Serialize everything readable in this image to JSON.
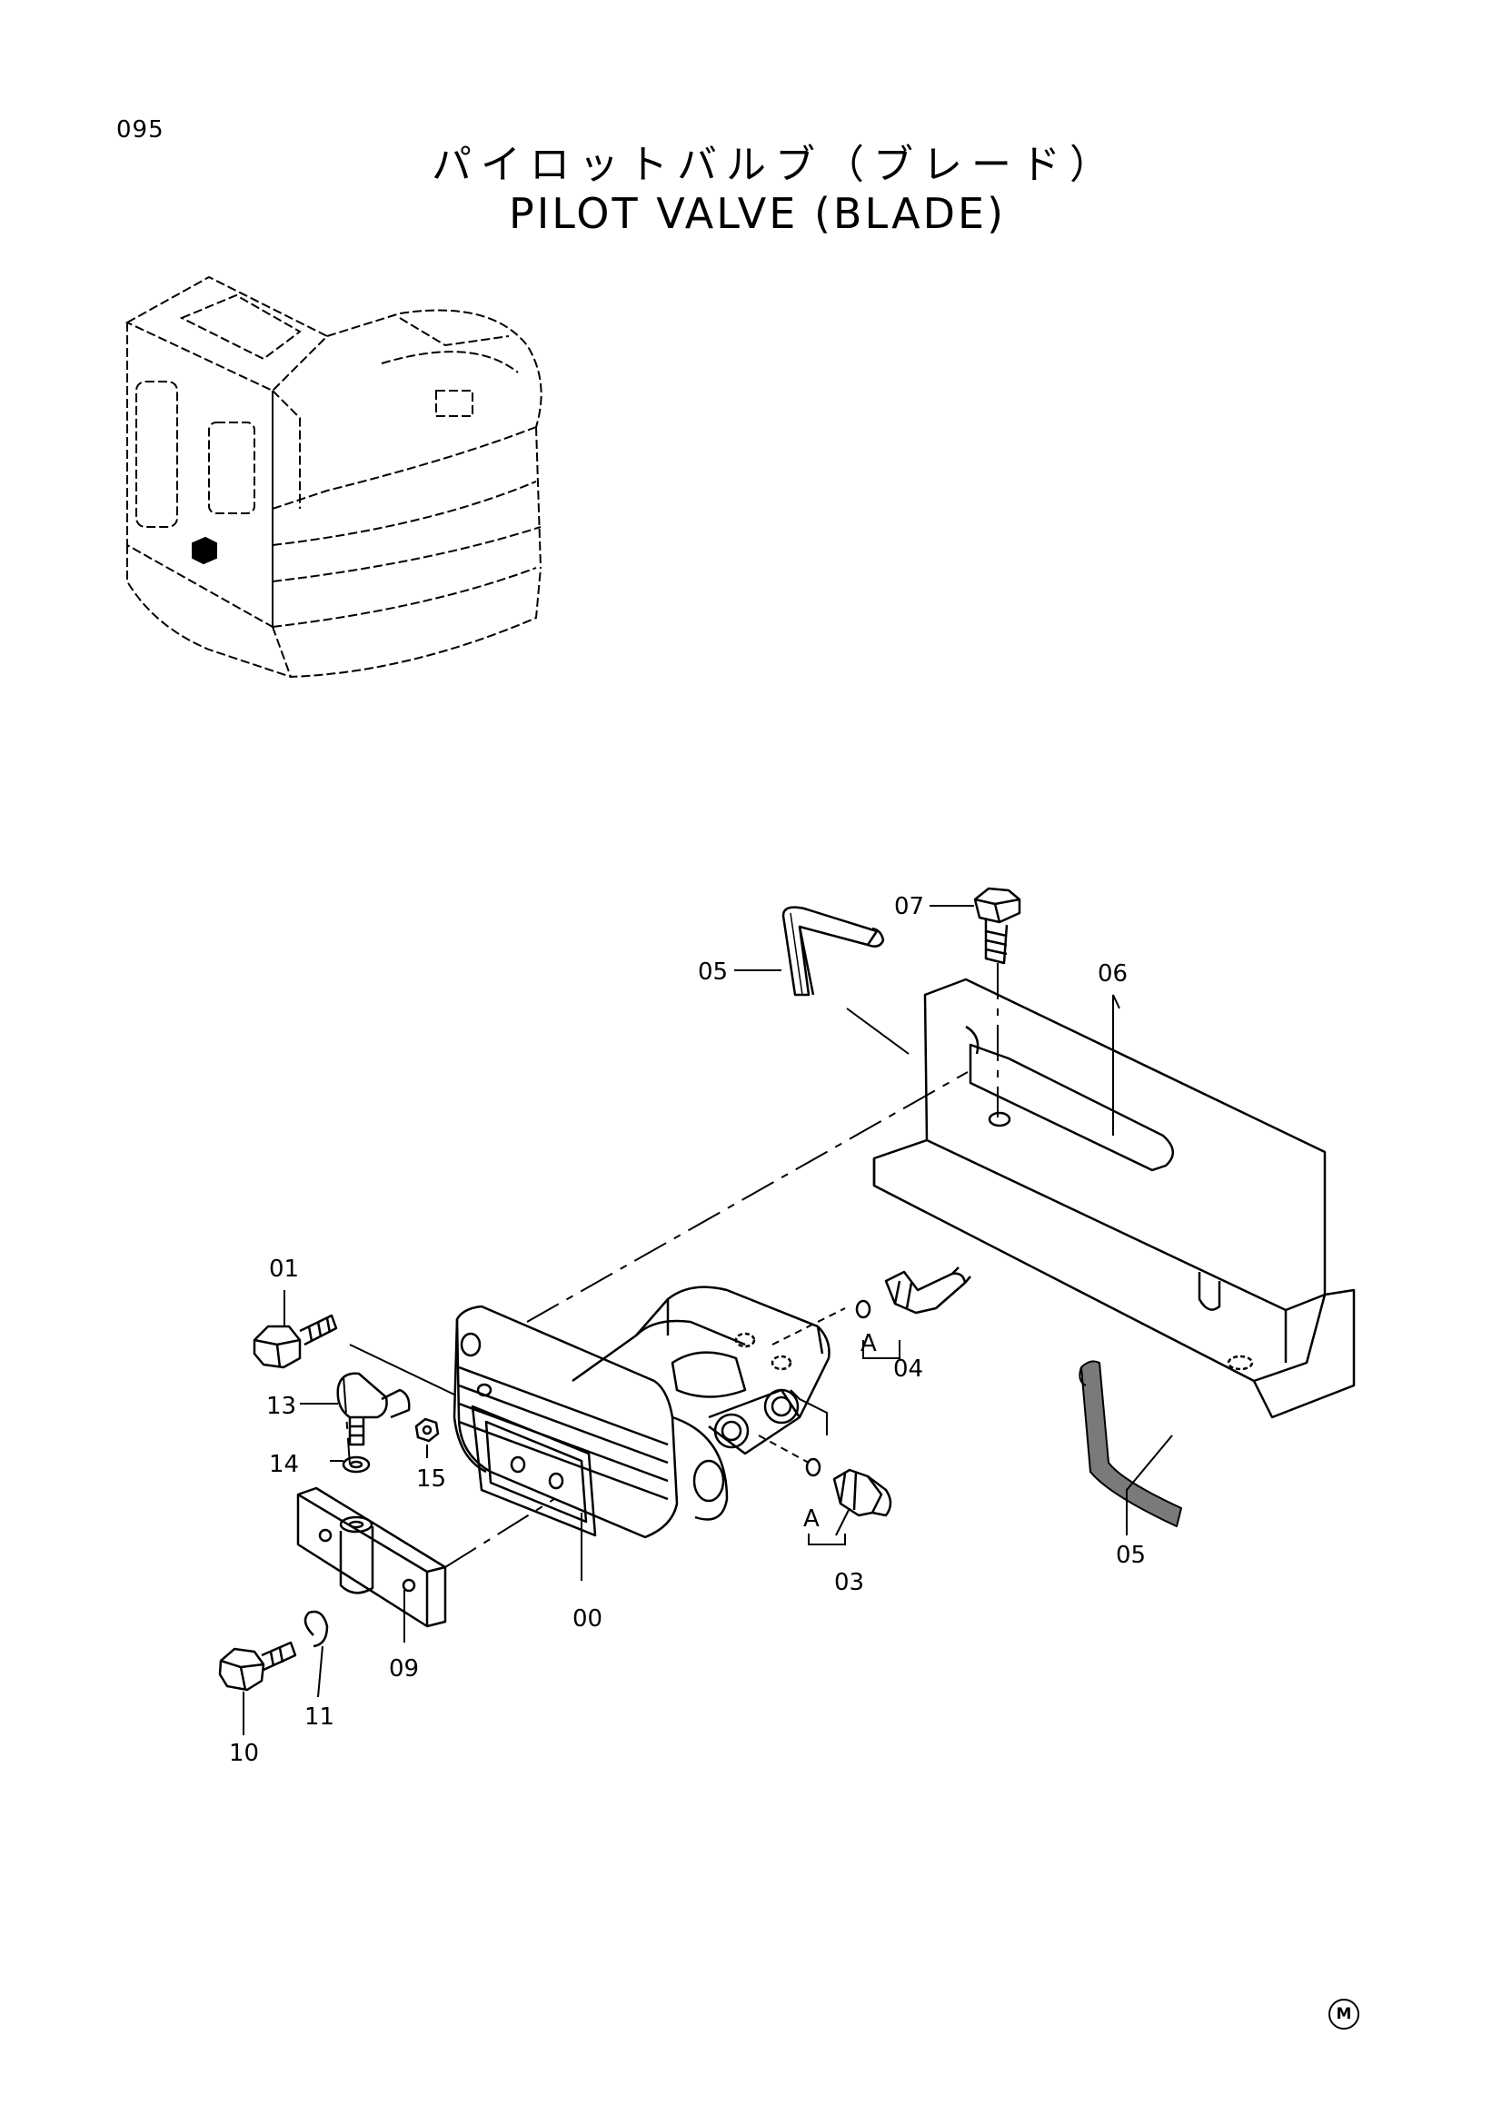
{
  "page_number": "095",
  "title_jp": "パイロットバルブ（ブレード）",
  "title_en": "PILOT VALVE (BLADE)",
  "part_labels": {
    "p00": "00",
    "p01": "01",
    "p03": "03",
    "p04": "04",
    "p05a": "05",
    "p05b": "05",
    "p06": "06",
    "p07": "07",
    "p09": "09",
    "p10": "10",
    "p11": "11",
    "p13": "13",
    "p14": "14",
    "p15": "15",
    "pA1": "A",
    "pA2": "A"
  },
  "corner_mark": "M"
}
